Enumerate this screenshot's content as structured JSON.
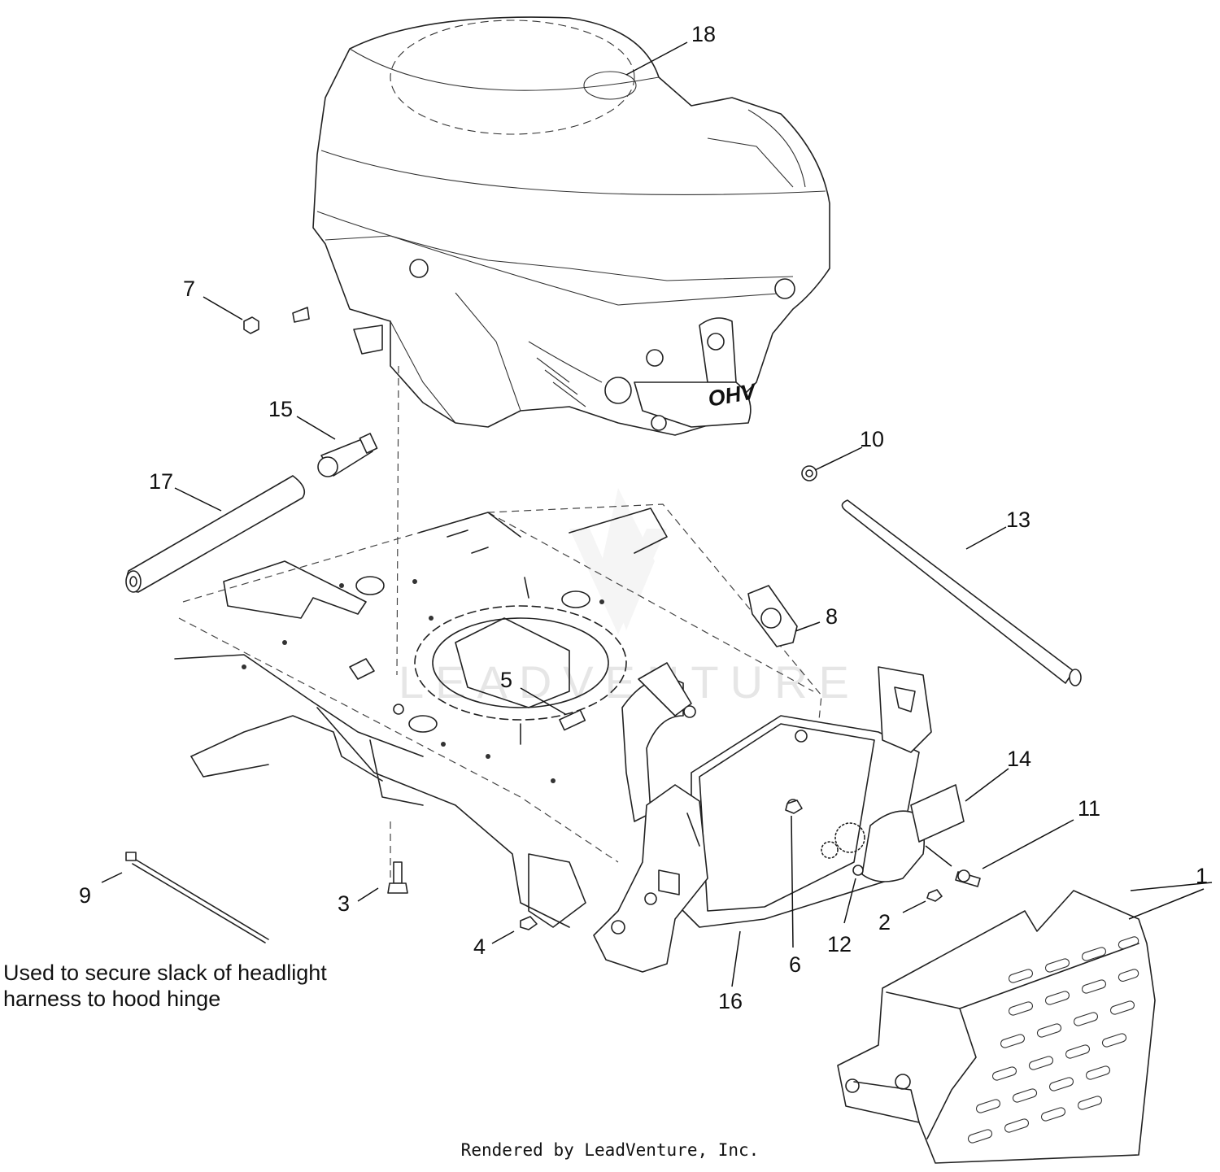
{
  "diagram": {
    "callouts": [
      {
        "id": "c1",
        "label": "1"
      },
      {
        "id": "c2",
        "label": "2"
      },
      {
        "id": "c3",
        "label": "3"
      },
      {
        "id": "c4",
        "label": "4"
      },
      {
        "id": "c5",
        "label": "5"
      },
      {
        "id": "c6",
        "label": "6"
      },
      {
        "id": "c7",
        "label": "7"
      },
      {
        "id": "c8",
        "label": "8"
      },
      {
        "id": "c9",
        "label": "9"
      },
      {
        "id": "c10",
        "label": "10"
      },
      {
        "id": "c11",
        "label": "11"
      },
      {
        "id": "c12",
        "label": "12"
      },
      {
        "id": "c13",
        "label": "13"
      },
      {
        "id": "c14",
        "label": "14"
      },
      {
        "id": "c15",
        "label": "15"
      },
      {
        "id": "c16",
        "label": "16"
      },
      {
        "id": "c17",
        "label": "17"
      },
      {
        "id": "c18",
        "label": "18"
      }
    ],
    "engine_text": "OHV",
    "watermark": "LEADVENTURE",
    "note": "Used to secure slack of headlight\nharness to hood hinge",
    "footer": "Rendered by LeadVenture, Inc."
  }
}
